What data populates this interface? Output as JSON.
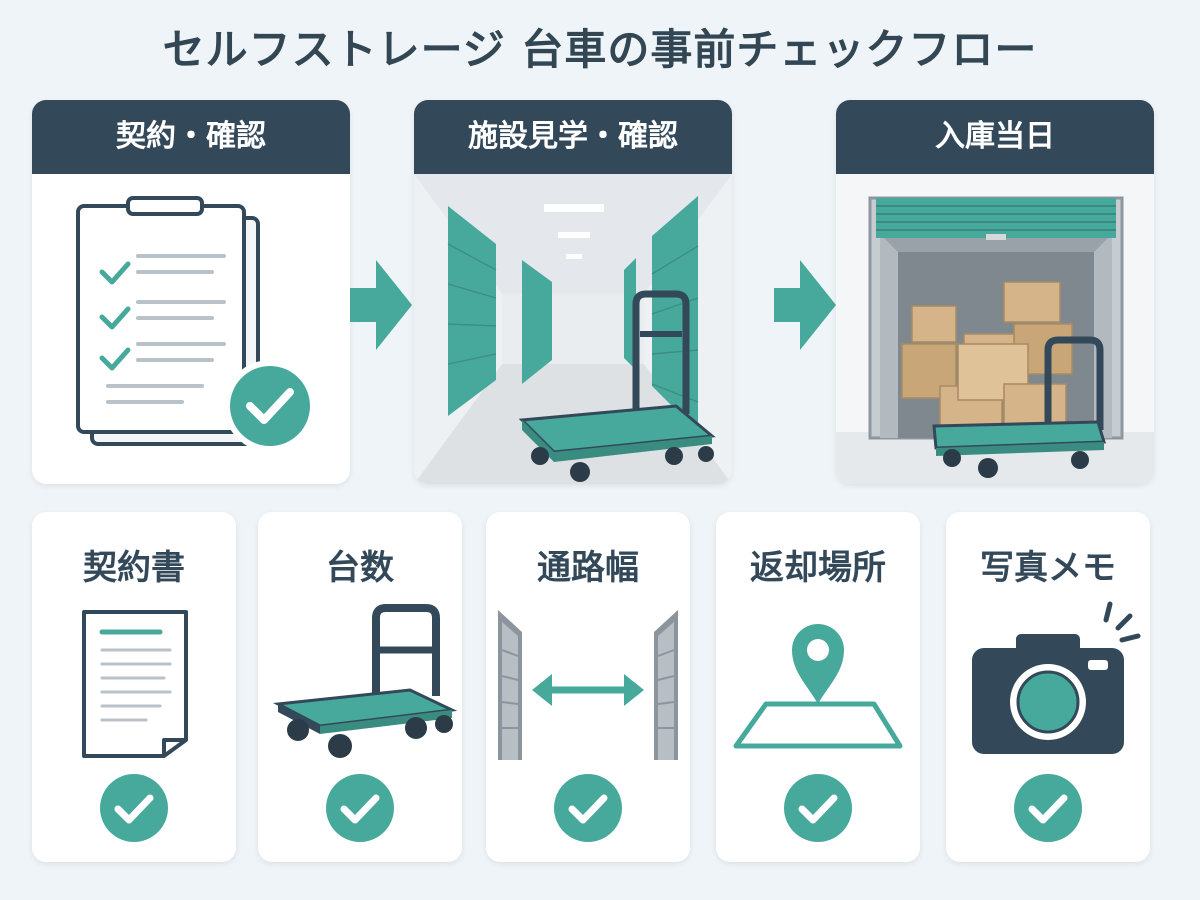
{
  "title": "セルフストレージ 台車の事前チェックフロー",
  "steps": [
    {
      "label": "契約・確認",
      "icon": "clipboard-check-icon"
    },
    {
      "label": "施設見学・確認",
      "icon": "storage-corridor-cart-illustration"
    },
    {
      "label": "入庫当日",
      "icon": "storage-unit-boxes-cart-illustration"
    }
  ],
  "checklist": [
    {
      "label": "契約書",
      "icon": "document-icon",
      "checked": true
    },
    {
      "label": "台数",
      "icon": "hand-cart-icon",
      "checked": true
    },
    {
      "label": "通路幅",
      "icon": "aisle-width-icon",
      "checked": true
    },
    {
      "label": "返却場所",
      "icon": "map-pin-icon",
      "checked": true
    },
    {
      "label": "写真メモ",
      "icon": "camera-icon",
      "checked": true
    }
  ],
  "colors": {
    "teal": "#47a99b",
    "dark_slate": "#33495a",
    "background": "#eef4f7",
    "card": "#ffffff",
    "cardboard": "#d6b48a"
  }
}
